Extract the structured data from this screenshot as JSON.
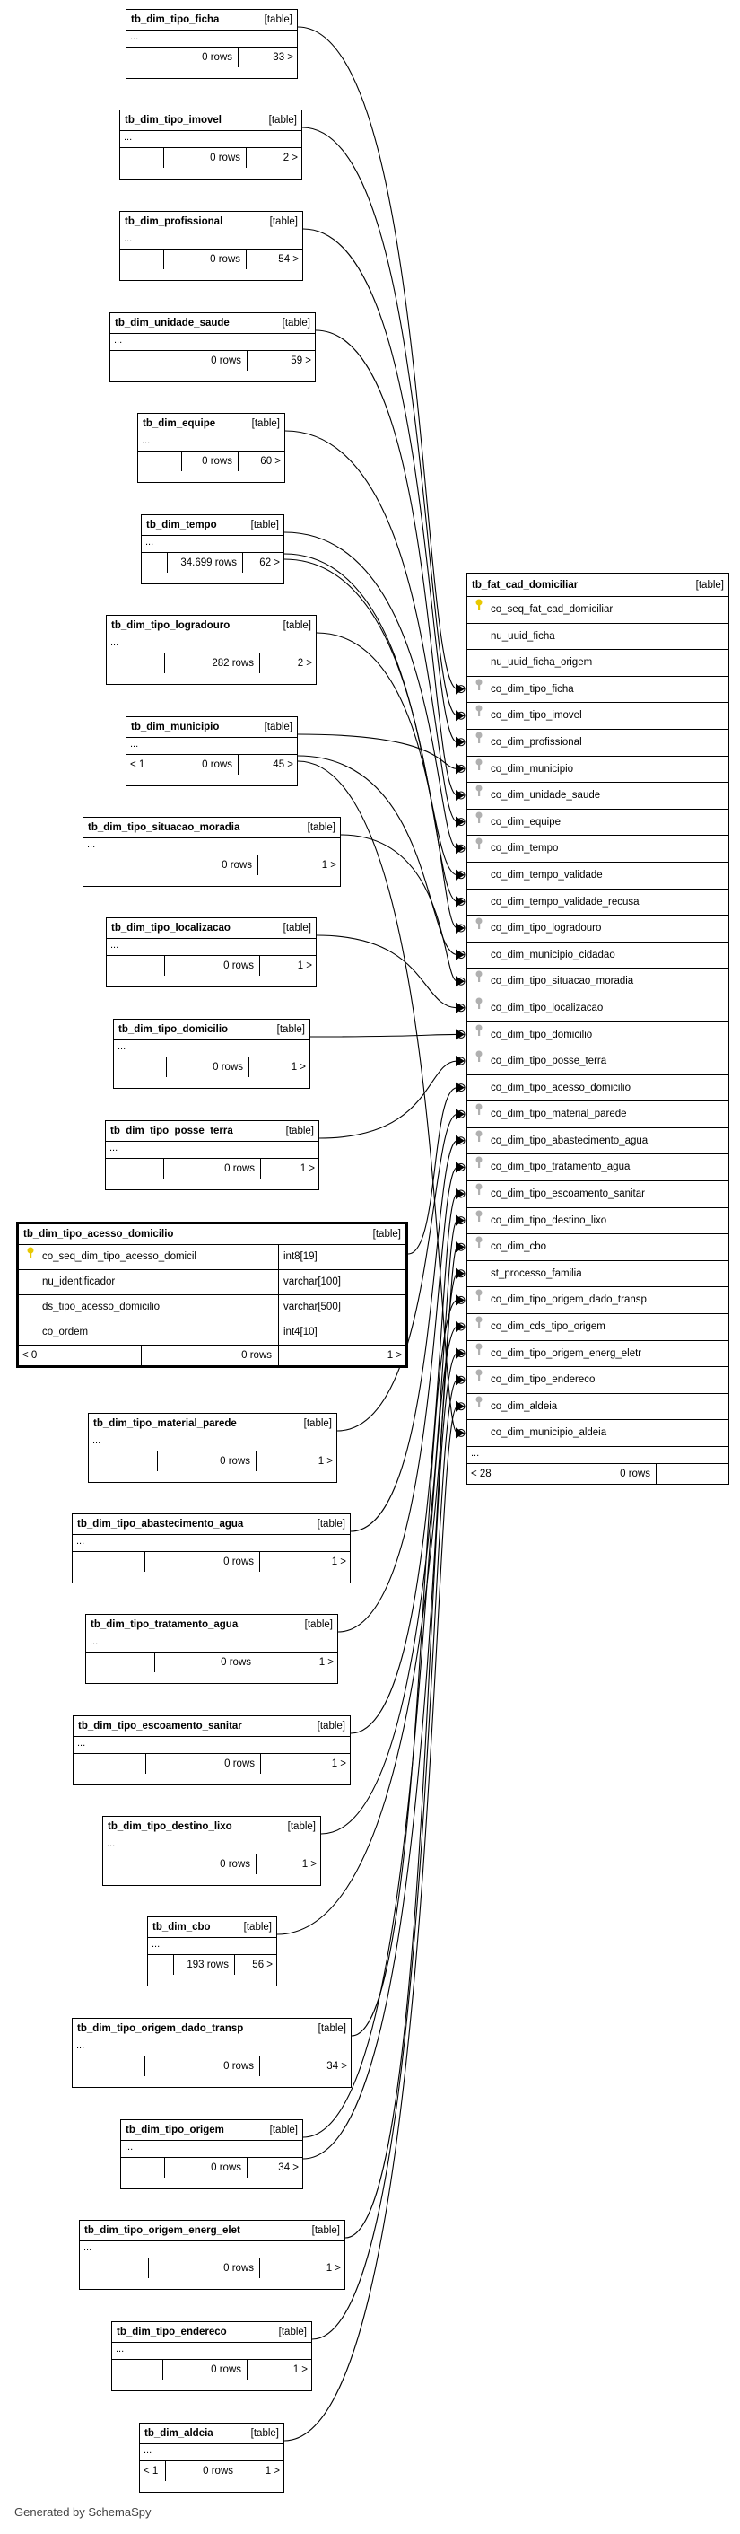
{
  "central": {
    "name": "tb_fat_cad_domiciliar",
    "type": "[table]",
    "columns": [
      "co_seq_fat_cad_domiciliar",
      "nu_uuid_ficha",
      "nu_uuid_ficha_origem",
      "co_dim_tipo_ficha",
      "co_dim_tipo_imovel",
      "co_dim_profissional",
      "co_dim_municipio",
      "co_dim_unidade_saude",
      "co_dim_equipe",
      "co_dim_tempo",
      "co_dim_tempo_validade",
      "co_dim_tempo_validade_recusa",
      "co_dim_tipo_logradouro",
      "co_dim_municipio_cidadao",
      "co_dim_tipo_situacao_moradia",
      "co_dim_tipo_localizacao",
      "co_dim_tipo_domicilio",
      "co_dim_tipo_posse_terra",
      "co_dim_tipo_acesso_domicilio",
      "co_dim_tipo_material_parede",
      "co_dim_tipo_abastecimento_agua",
      "co_dim_tipo_tratamento_agua",
      "co_dim_tipo_escoamento_sanitar",
      "co_dim_tipo_destino_lixo",
      "co_dim_cbo",
      "st_processo_familia",
      "co_dim_tipo_origem_dado_transp",
      "co_dim_cds_tipo_origem",
      "co_dim_tipo_origem_energ_eletr",
      "co_dim_tipo_endereco",
      "co_dim_aldeia",
      "co_dim_municipio_aldeia"
    ],
    "footer": {
      "left": "< 28",
      "rows": "0 rows"
    }
  },
  "selected": {
    "name": "tb_dim_tipo_acesso_domicilio",
    "type": "[table]",
    "columns": [
      {
        "name": "co_seq_dim_tipo_acesso_domicil",
        "type": "int8[19]"
      },
      {
        "name": "nu_identificador",
        "type": "varchar[100]"
      },
      {
        "name": "ds_tipo_acesso_domicilio",
        "type": "varchar[500]"
      },
      {
        "name": "co_ordem",
        "type": "int4[10]"
      }
    ],
    "footer": {
      "left": "< 0",
      "rows": "0 rows",
      "right": "1 >"
    }
  },
  "tables": [
    {
      "name": "tb_dim_tipo_ficha",
      "type": "[table]",
      "left": "",
      "rows": "0 rows",
      "right": "33 >"
    },
    {
      "name": "tb_dim_tipo_imovel",
      "type": "[table]",
      "left": "",
      "rows": "0 rows",
      "right": "2 >"
    },
    {
      "name": "tb_dim_profissional",
      "type": "[table]",
      "left": "",
      "rows": "0 rows",
      "right": "54 >"
    },
    {
      "name": "tb_dim_unidade_saude",
      "type": "[table]",
      "left": "",
      "rows": "0 rows",
      "right": "59 >"
    },
    {
      "name": "tb_dim_equipe",
      "type": "[table]",
      "left": "",
      "rows": "0 rows",
      "right": "60 >"
    },
    {
      "name": "tb_dim_tempo",
      "type": "[table]",
      "left": "",
      "rows": "34.699 rows",
      "right": "62 >"
    },
    {
      "name": "tb_dim_tipo_logradouro",
      "type": "[table]",
      "left": "",
      "rows": "282 rows",
      "right": "2 >"
    },
    {
      "name": "tb_dim_municipio",
      "type": "[table]",
      "left": "< 1",
      "rows": "0 rows",
      "right": "45 >"
    },
    {
      "name": "tb_dim_tipo_situacao_moradia",
      "type": "[table]",
      "left": "",
      "rows": "0 rows",
      "right": "1 >"
    },
    {
      "name": "tb_dim_tipo_localizacao",
      "type": "[table]",
      "left": "",
      "rows": "0 rows",
      "right": "1 >"
    },
    {
      "name": "tb_dim_tipo_domicilio",
      "type": "[table]",
      "left": "",
      "rows": "0 rows",
      "right": "1 >"
    },
    {
      "name": "tb_dim_tipo_posse_terra",
      "type": "[table]",
      "left": "",
      "rows": "0 rows",
      "right": "1 >"
    },
    {
      "name": "tb_dim_tipo_material_parede",
      "type": "[table]",
      "left": "",
      "rows": "0 rows",
      "right": "1 >"
    },
    {
      "name": "tb_dim_tipo_abastecimento_agua",
      "type": "[table]",
      "left": "",
      "rows": "0 rows",
      "right": "1 >"
    },
    {
      "name": "tb_dim_tipo_tratamento_agua",
      "type": "[table]",
      "left": "",
      "rows": "0 rows",
      "right": "1 >"
    },
    {
      "name": "tb_dim_tipo_escoamento_sanitar",
      "type": "[table]",
      "left": "",
      "rows": "0 rows",
      "right": "1 >"
    },
    {
      "name": "tb_dim_tipo_destino_lixo",
      "type": "[table]",
      "left": "",
      "rows": "0 rows",
      "right": "1 >"
    },
    {
      "name": "tb_dim_cbo",
      "type": "[table]",
      "left": "",
      "rows": "193 rows",
      "right": "56 >"
    },
    {
      "name": "tb_dim_tipo_origem_dado_transp",
      "type": "[table]",
      "left": "",
      "rows": "0 rows",
      "right": "34 >"
    },
    {
      "name": "tb_dim_tipo_origem",
      "type": "[table]",
      "left": "",
      "rows": "0 rows",
      "right": "34 >"
    },
    {
      "name": "tb_dim_tipo_origem_energ_elet",
      "type": "[table]",
      "left": "",
      "rows": "0 rows",
      "right": "1 >"
    },
    {
      "name": "tb_dim_tipo_endereco",
      "type": "[table]",
      "left": "",
      "rows": "0 rows",
      "right": "1 >"
    },
    {
      "name": "tb_dim_aldeia",
      "type": "[table]",
      "left": "< 1",
      "rows": "0 rows",
      "right": "1 >"
    }
  ],
  "ellipsis": "...",
  "credit": "Generated by SchemaSpy",
  "colors": {
    "key": "#e8c800",
    "fk": "#b0b0b0",
    "line": "#000000"
  }
}
